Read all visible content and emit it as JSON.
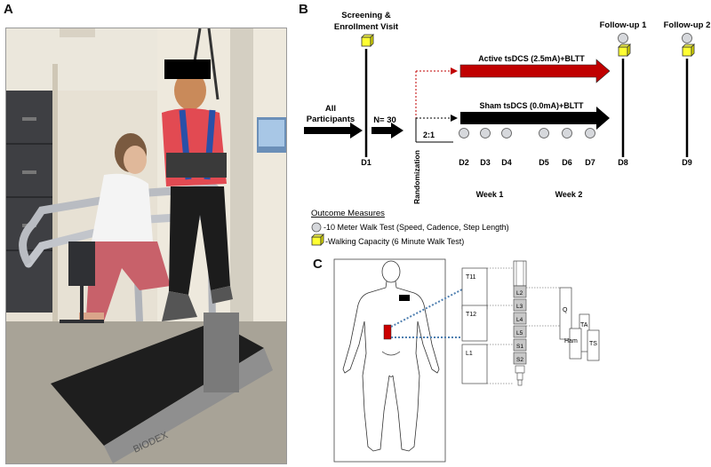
{
  "panel_letters": {
    "a": "A",
    "b": "B",
    "c": "C"
  },
  "photo": {
    "brand": "BIODEX"
  },
  "timeline": {
    "screening": [
      "Screening &",
      "Enrollment Visit"
    ],
    "followup1": "Follow-up 1",
    "followup2": "Follow-up 2",
    "all_participants": [
      "All",
      "Participants"
    ],
    "n": "N= 30",
    "active_arm": "Active tsDCS (2.5mA)+BLTT",
    "sham_arm": "Sham tsDCS (0.0mA)+BLTT",
    "ratio": "2:1",
    "randomization": "Randomization",
    "days": [
      "D1",
      "D2",
      "D3",
      "D4",
      "D5",
      "D6",
      "D7",
      "D8",
      "D9"
    ],
    "week1": "Week 1",
    "week2": "Week 2"
  },
  "legend": {
    "title": "Outcome Measures",
    "circle_item": "-10 Meter Walk Test (Speed, Cadence, Step Length)",
    "cube_item": "-Walking Capacity (6 Minute Walk Test)"
  },
  "spinal": {
    "thoracic": [
      "T11",
      "T12",
      "L1"
    ],
    "segments": [
      "L2",
      "L3",
      "L4",
      "L5",
      "S1",
      "S2"
    ],
    "muscles": [
      "Q",
      "TA",
      "Ham",
      "TS"
    ]
  },
  "colors": {
    "active_arrow": "#c00000",
    "cube": "#ffff33",
    "circle": "#d6d8dc",
    "electrode": "#cc0000",
    "segment": "#c8c8c8"
  }
}
